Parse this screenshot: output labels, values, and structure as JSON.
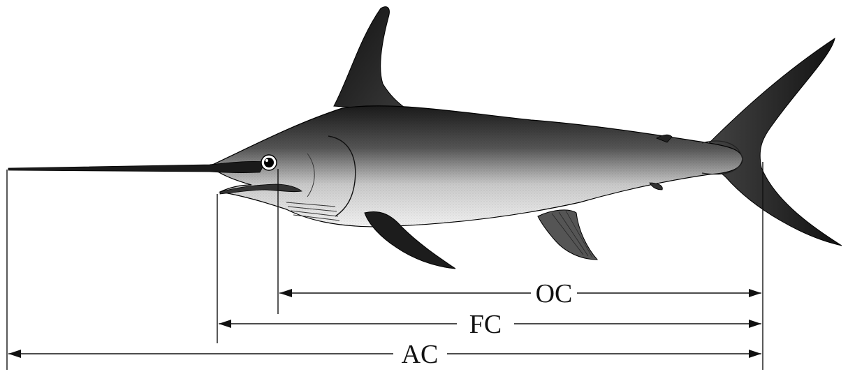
{
  "figure": {
    "subject": "swordfish",
    "measurements": [
      {
        "id": "oc",
        "label": "OC"
      },
      {
        "id": "fc",
        "label": "FC"
      },
      {
        "id": "ac",
        "label": "AC"
      }
    ]
  }
}
